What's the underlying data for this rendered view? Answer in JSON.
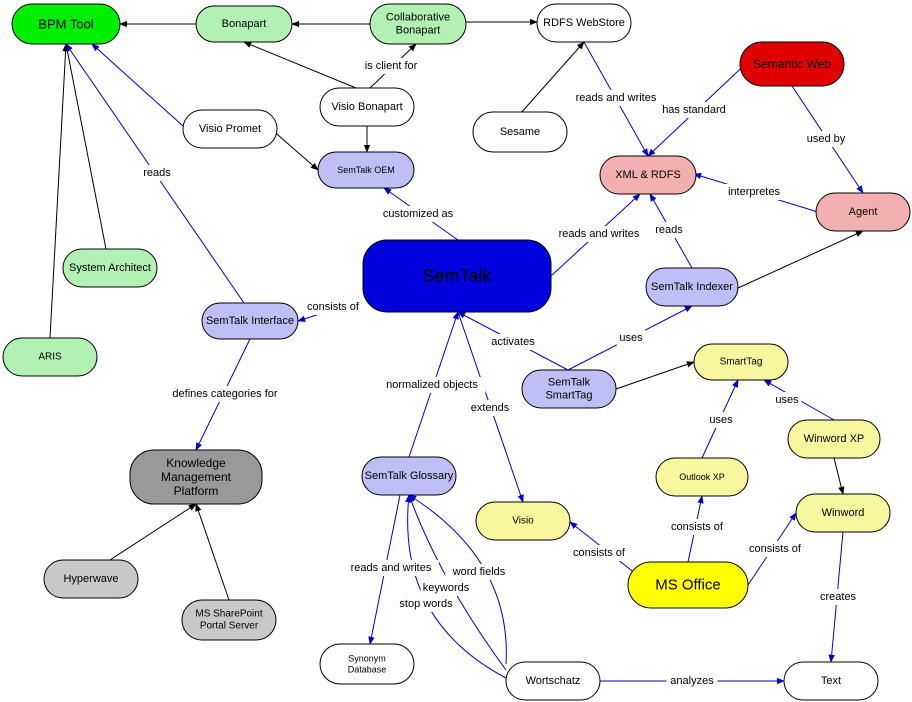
{
  "colors": {
    "green": "#00ee00",
    "light_green": "#b3f0b3",
    "lavender": "#bfbff5",
    "pink": "#f2b0b0",
    "red": "#e00000",
    "blue": "#0000dd",
    "gray": "#999999",
    "light_gray": "#c8c8c8",
    "light_yellow": "#f7f7a0",
    "yellow": "#ffff00",
    "white": "#ffffff",
    "edge_black": "#000000",
    "edge_blue": "#0000cc"
  },
  "nodes": [
    {
      "id": "bpm-tool",
      "label": [
        "BPM Tool"
      ],
      "fill": "green"
    },
    {
      "id": "bonapart",
      "label": [
        "Bonapart"
      ],
      "fill": "light_green"
    },
    {
      "id": "collaborative-bonapart",
      "label": [
        "Collaborative",
        "Bonapart"
      ],
      "fill": "light_green"
    },
    {
      "id": "rdfs-webstore",
      "label": [
        "RDFS WebStore"
      ],
      "fill": "white"
    },
    {
      "id": "semantic-web",
      "label": [
        "Semantic Web"
      ],
      "fill": "red"
    },
    {
      "id": "visio-bonapart",
      "label": [
        "Visio Bonapart"
      ],
      "fill": "white"
    },
    {
      "id": "visio-promet",
      "label": [
        "Visio Promet"
      ],
      "fill": "white"
    },
    {
      "id": "sesame",
      "label": [
        "Sesame"
      ],
      "fill": "white"
    },
    {
      "id": "semtalk-oem",
      "label": [
        "SemTalk OEM"
      ],
      "fill": "lavender"
    },
    {
      "id": "xml-rdfs",
      "label": [
        "XML & RDFS"
      ],
      "fill": "pink"
    },
    {
      "id": "agent",
      "label": [
        "Agent"
      ],
      "fill": "pink"
    },
    {
      "id": "system-architect",
      "label": [
        "System Architect"
      ],
      "fill": "light_green"
    },
    {
      "id": "semtalk",
      "label": [
        "SemTalk"
      ],
      "fill": "blue"
    },
    {
      "id": "semtalk-indexer",
      "label": [
        "SemTalk Indexer"
      ],
      "fill": "lavender"
    },
    {
      "id": "semtalk-interface",
      "label": [
        "SemTalk Interface"
      ],
      "fill": "lavender"
    },
    {
      "id": "aris",
      "label": [
        "ARIS"
      ],
      "fill": "light_green"
    },
    {
      "id": "semtalk-smarttag",
      "label": [
        "SemTalk",
        "SmartTag"
      ],
      "fill": "lavender"
    },
    {
      "id": "smarttag",
      "label": [
        "SmartTag"
      ],
      "fill": "light_yellow"
    },
    {
      "id": "knowledge-management-platform",
      "label": [
        "Knowledge",
        "Management",
        "Platform"
      ],
      "fill": "gray"
    },
    {
      "id": "winword-xp",
      "label": [
        "Winword XP"
      ],
      "fill": "light_yellow"
    },
    {
      "id": "semtalk-glossary",
      "label": [
        "SemTalk Glossary"
      ],
      "fill": "lavender"
    },
    {
      "id": "outlook-xp",
      "label": [
        "Outlook XP"
      ],
      "fill": "light_yellow"
    },
    {
      "id": "visio",
      "label": [
        "Visio"
      ],
      "fill": "light_yellow"
    },
    {
      "id": "winword",
      "label": [
        "Winword"
      ],
      "fill": "light_yellow"
    },
    {
      "id": "ms-office",
      "label": [
        "MS Office"
      ],
      "fill": "yellow"
    },
    {
      "id": "hyperwave",
      "label": [
        "Hyperwave"
      ],
      "fill": "light_gray"
    },
    {
      "id": "ms-sharepoint",
      "label": [
        "MS SharePoint",
        "Portal Server"
      ],
      "fill": "light_gray"
    },
    {
      "id": "synonym-database",
      "label": [
        "Synonym",
        "Database"
      ],
      "fill": "white"
    },
    {
      "id": "wortschatz",
      "label": [
        "Wortschatz"
      ],
      "fill": "white"
    },
    {
      "id": "text",
      "label": [
        "Text"
      ],
      "fill": "white"
    }
  ],
  "edges": [
    {
      "id": "bonapart-to-bpm",
      "color": "edge_black",
      "label": ""
    },
    {
      "id": "collab-to-bonapart",
      "color": "edge_black",
      "label": ""
    },
    {
      "id": "collab-to-rdfs",
      "color": "edge_black",
      "label": ""
    },
    {
      "id": "visio-bonapart-to-bonapart",
      "color": "edge_black",
      "label": ""
    },
    {
      "id": "visio-bonapart-to-collab",
      "color": "edge_black",
      "label": "is client for"
    },
    {
      "id": "visio-bonapart-to-oem",
      "color": "edge_black",
      "label": ""
    },
    {
      "id": "visio-promet-to-oem",
      "color": "edge_black",
      "label": ""
    },
    {
      "id": "visio-promet-to-bpm",
      "color": "edge_blue",
      "label": ""
    },
    {
      "id": "sesame-to-rdfs",
      "color": "edge_black",
      "label": ""
    },
    {
      "id": "rdfs-to-xml",
      "color": "edge_blue",
      "label": "reads and writes"
    },
    {
      "id": "semweb-to-xml",
      "color": "edge_blue",
      "label": "has standard"
    },
    {
      "id": "semweb-to-agent",
      "color": "edge_blue",
      "label": "used by"
    },
    {
      "id": "agent-to-xml",
      "color": "edge_blue",
      "label": "interpretes"
    },
    {
      "id": "semtalk-to-oem",
      "color": "edge_blue",
      "label": "customized as"
    },
    {
      "id": "semtalk-to-xml",
      "color": "edge_blue",
      "label": "reads and writes"
    },
    {
      "id": "indexer-to-xml",
      "color": "edge_blue",
      "label": "reads"
    },
    {
      "id": "indexer-to-agent",
      "color": "edge_black",
      "label": ""
    },
    {
      "id": "system-architect-to-bpm",
      "color": "edge_black",
      "label": ""
    },
    {
      "id": "aris-to-bpm",
      "color": "edge_black",
      "label": ""
    },
    {
      "id": "interface-to-bpm",
      "color": "edge_blue",
      "label": "reads"
    },
    {
      "id": "semtalk-to-interface",
      "color": "edge_blue",
      "label": "consists of"
    },
    {
      "id": "interface-to-kmp",
      "color": "edge_blue",
      "label": "defines categories for"
    },
    {
      "id": "smarttag-comp-to-semtalk",
      "color": "edge_blue",
      "label": "activates"
    },
    {
      "id": "smarttag-comp-to-indexer",
      "color": "edge_blue",
      "label": "uses"
    },
    {
      "id": "smarttag-comp-to-smarttag",
      "color": "edge_black",
      "label": ""
    },
    {
      "id": "outlook-to-smarttag",
      "color": "edge_blue",
      "label": "uses"
    },
    {
      "id": "winwordxp-to-smarttag",
      "color": "edge_blue",
      "label": "uses"
    },
    {
      "id": "winwordxp-to-winword",
      "color": "edge_black",
      "label": ""
    },
    {
      "id": "glossary-to-semtalk",
      "color": "edge_blue",
      "label": "normalized objects"
    },
    {
      "id": "semtalk-to-visio",
      "color": "edge_blue",
      "label": "extends"
    },
    {
      "id": "msoffice-to-visio",
      "color": "edge_blue",
      "label": "consists of"
    },
    {
      "id": "msoffice-to-outlook",
      "color": "edge_blue",
      "label": "consists of"
    },
    {
      "id": "msoffice-to-winword",
      "color": "edge_blue",
      "label": "consists of"
    },
    {
      "id": "winword-to-text",
      "color": "edge_blue",
      "label": "creates"
    },
    {
      "id": "hyperwave-to-kmp",
      "color": "edge_black",
      "label": ""
    },
    {
      "id": "sharepoint-to-kmp",
      "color": "edge_black",
      "label": ""
    },
    {
      "id": "glossary-to-synonym",
      "color": "edge_blue",
      "label": "reads and writes"
    },
    {
      "id": "wortschatz-to-glossary-keywords",
      "color": "edge_blue",
      "label": "keywords"
    },
    {
      "id": "wortschatz-to-glossary-stopwords",
      "color": "edge_blue",
      "label": "stop words"
    },
    {
      "id": "wortschatz-to-glossary-wordfields",
      "color": "edge_blue",
      "label": "word fields"
    },
    {
      "id": "wortschatz-to-text",
      "color": "edge_blue",
      "label": "analyzes"
    }
  ]
}
